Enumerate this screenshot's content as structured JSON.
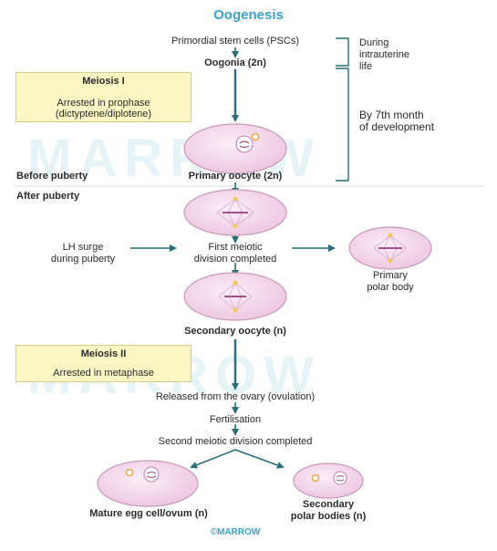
{
  "title": "Oogenesis",
  "watermark": "MARROW",
  "labels": {
    "pscs": "Primordial stem cells (PSCs)",
    "oogonia": "Oogonia (2n)",
    "during_intrauterine": [
      "During",
      "intrauterine",
      "life"
    ],
    "by_7th_month": [
      "By 7th month",
      "of development"
    ],
    "before_puberty": "Before puberty",
    "primary_oocyte": "Primary oocyte (2n)",
    "after_puberty": "After puberty",
    "lh_surge": [
      "LH surge",
      "during puberty"
    ],
    "first_meiotic": [
      "First meiotic",
      "division completed"
    ],
    "primary_polar_body": [
      "Primary",
      "polar body"
    ],
    "secondary_oocyte": "Secondary oocyte (n)",
    "released": "Released from the ovary (ovulation)",
    "fertilisation": "Fertilisation",
    "second_meiotic": "Second meiotic division completed",
    "mature_egg": "Mature egg cell/ovum (n)",
    "secondary_polar_bodies": [
      "Secondary",
      "polar bodies (n)"
    ],
    "footer": "©MARROW"
  },
  "meiosis1_box": {
    "heading": "Meiosis I",
    "lines": [
      "Arrested in prophase",
      "(dictyptene/diplotene)"
    ]
  },
  "meiosis2_box": {
    "heading": "Meiosis II",
    "lines": [
      "Arrested in metaphase"
    ]
  },
  "colors": {
    "title": "#3aa3cf",
    "arrow": "#2c6e78",
    "cell_fill": "#f6dcee",
    "cell_edge": "#c89ab9",
    "box_fill": "#fbf6c4",
    "nucleus": "#c07fb0",
    "polar_body": "#f2c95a"
  }
}
